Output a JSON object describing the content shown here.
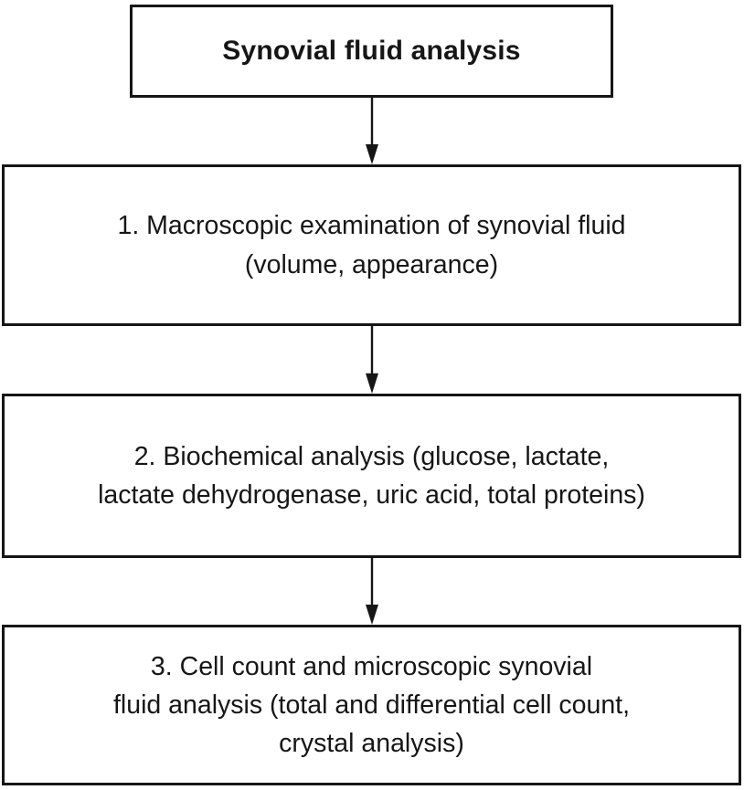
{
  "diagram": {
    "title": "Synovial fluid analysis",
    "steps": [
      {
        "text": "1. Macroscopic examination of synovial fluid\n(volume, appearance)"
      },
      {
        "text": "2. Biochemical analysis (glucose, lactate,\nlactate dehydrogenase, uric acid, total proteins)"
      },
      {
        "text": "3. Cell count and microscopic synovial\nfluid analysis (total and differential cell count,\ncrystal analysis)"
      }
    ],
    "colors": {
      "border": "#161616",
      "text": "#161616",
      "background": "#ffffff"
    }
  }
}
